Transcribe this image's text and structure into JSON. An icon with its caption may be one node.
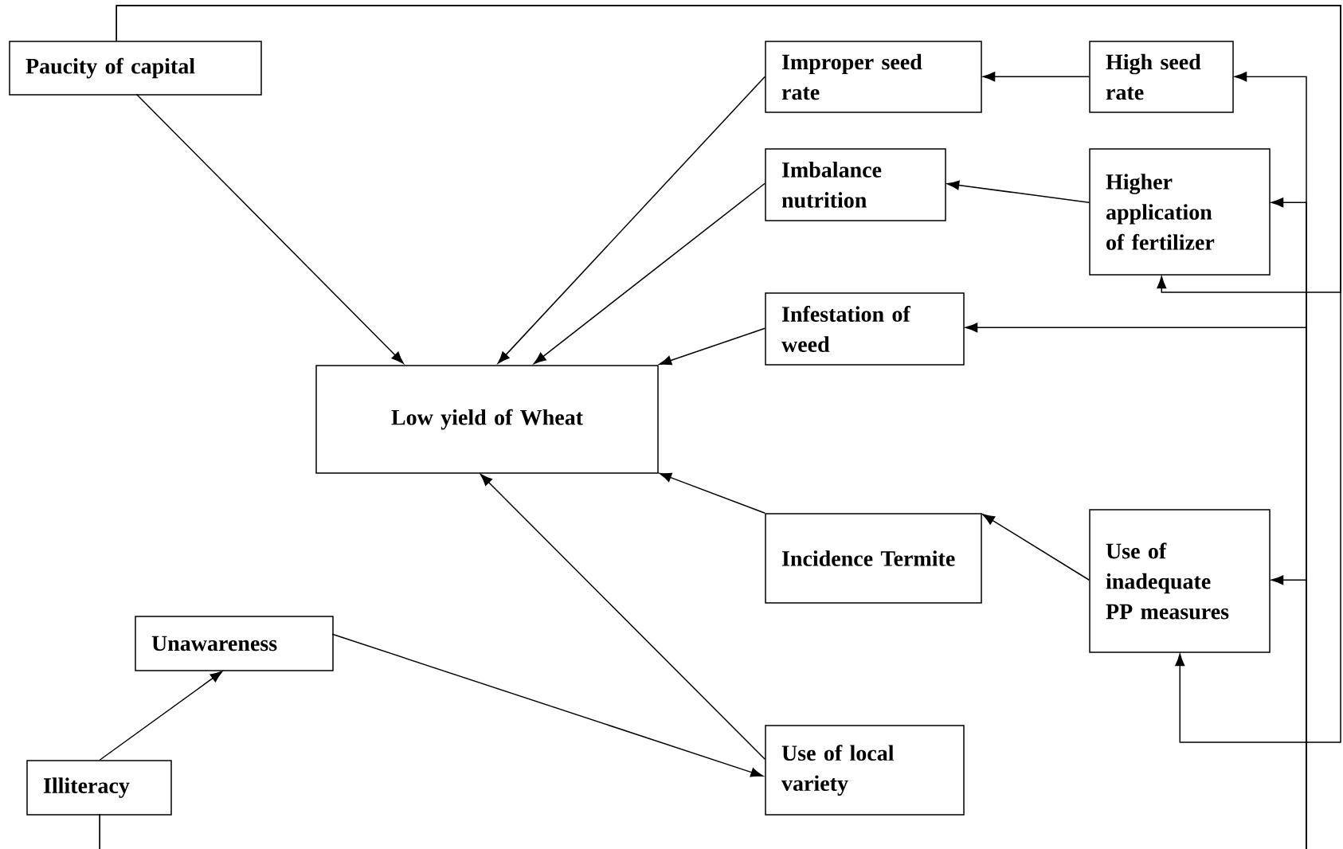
{
  "diagram": {
    "nodes": [
      {
        "text": [
          "Paucity of capital"
        ]
      },
      {
        "text": [
          "Improper seed rate"
        ]
      },
      {
        "text": [
          "High seed rate"
        ]
      },
      {
        "text": [
          "Imbalance nutrition"
        ]
      },
      {
        "text": [
          "Higher application of fertilizer"
        ]
      },
      {
        "text": [
          "Infestation of weed"
        ]
      },
      {
        "text": [
          "Low yield of Wheat"
        ]
      },
      {
        "text": [
          "Incidence Termite"
        ]
      },
      {
        "text": [
          "Use of inadequate PP measures"
        ]
      },
      {
        "text": [
          "Unawareness"
        ]
      },
      {
        "text": [
          "Illiteracy"
        ]
      },
      {
        "text": [
          "Use of local variety"
        ]
      }
    ],
    "edges": [
      {
        "from": 0,
        "to": 6,
        "arrow": "to"
      },
      {
        "from": 1,
        "to": 6,
        "arrow": "to"
      },
      {
        "from": 3,
        "to": 6,
        "arrow": "to"
      },
      {
        "from": 5,
        "to": 6,
        "arrow": "to"
      },
      {
        "from": 7,
        "to": 6,
        "arrow": "to"
      },
      {
        "from": 11,
        "to": 6,
        "arrow": "to"
      },
      {
        "from": 2,
        "to": 1,
        "arrow": "to"
      },
      {
        "from": 4,
        "to": 3,
        "arrow": "to"
      },
      {
        "from": 8,
        "to": 7,
        "arrow": "to"
      },
      {
        "from": 10,
        "to": 9,
        "arrow": "to"
      },
      {
        "from": 9,
        "to": 11,
        "arrow": "to"
      },
      {
        "from": 0,
        "to": 4,
        "arrow": "to"
      },
      {
        "from": 0,
        "to": 8,
        "arrow": "to"
      },
      {
        "from": 10,
        "to": 2,
        "arrow": "to"
      },
      {
        "from": 10,
        "to": 4,
        "arrow": "to"
      },
      {
        "from": 10,
        "to": 5,
        "arrow": "to"
      },
      {
        "from": 10,
        "to": 8,
        "arrow": "to"
      }
    ]
  }
}
